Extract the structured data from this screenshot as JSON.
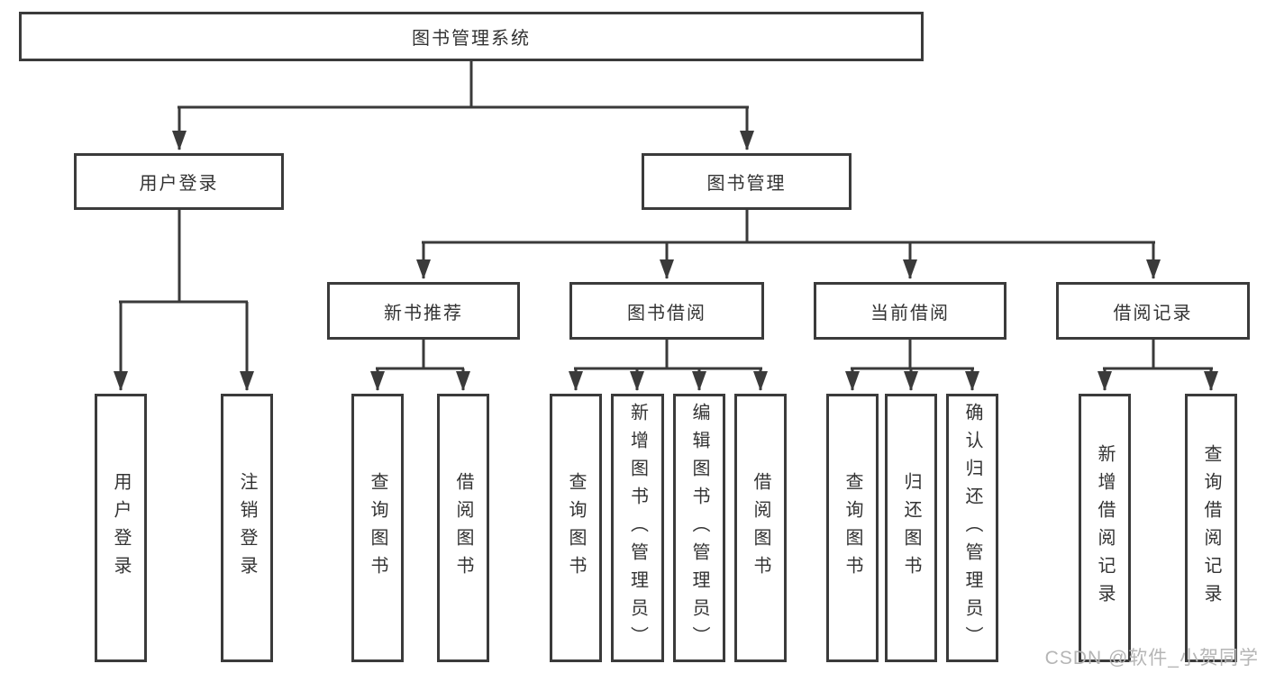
{
  "diagram": {
    "root": "图书管理系统",
    "user_login": "用户登录",
    "book_mgmt": "图书管理",
    "new_books": "新书推荐",
    "book_borrow": "图书借阅",
    "current_borrow": "当前借阅",
    "borrow_records": "借阅记录",
    "user_login_children": [
      "用户登录",
      "注销登录"
    ],
    "new_books_children": [
      "查询图书",
      "借阅图书"
    ],
    "book_borrow_children": [
      "查询图书",
      "新增图书（管理员）",
      "编辑图书（管理员）",
      "借阅图书"
    ],
    "current_borrow_children": [
      "查询图书",
      "归还图书",
      "确认归还（管理员）"
    ],
    "borrow_records_children": [
      "新增借阅记录",
      "查询借阅记录"
    ]
  },
  "watermark": "CSDN @软件_小贺同学",
  "colors": {
    "line": "#3a3a3a",
    "border": "#3b3b3b",
    "text": "#333333",
    "watermark": "#b5b5b5",
    "background": "#ffffff"
  }
}
